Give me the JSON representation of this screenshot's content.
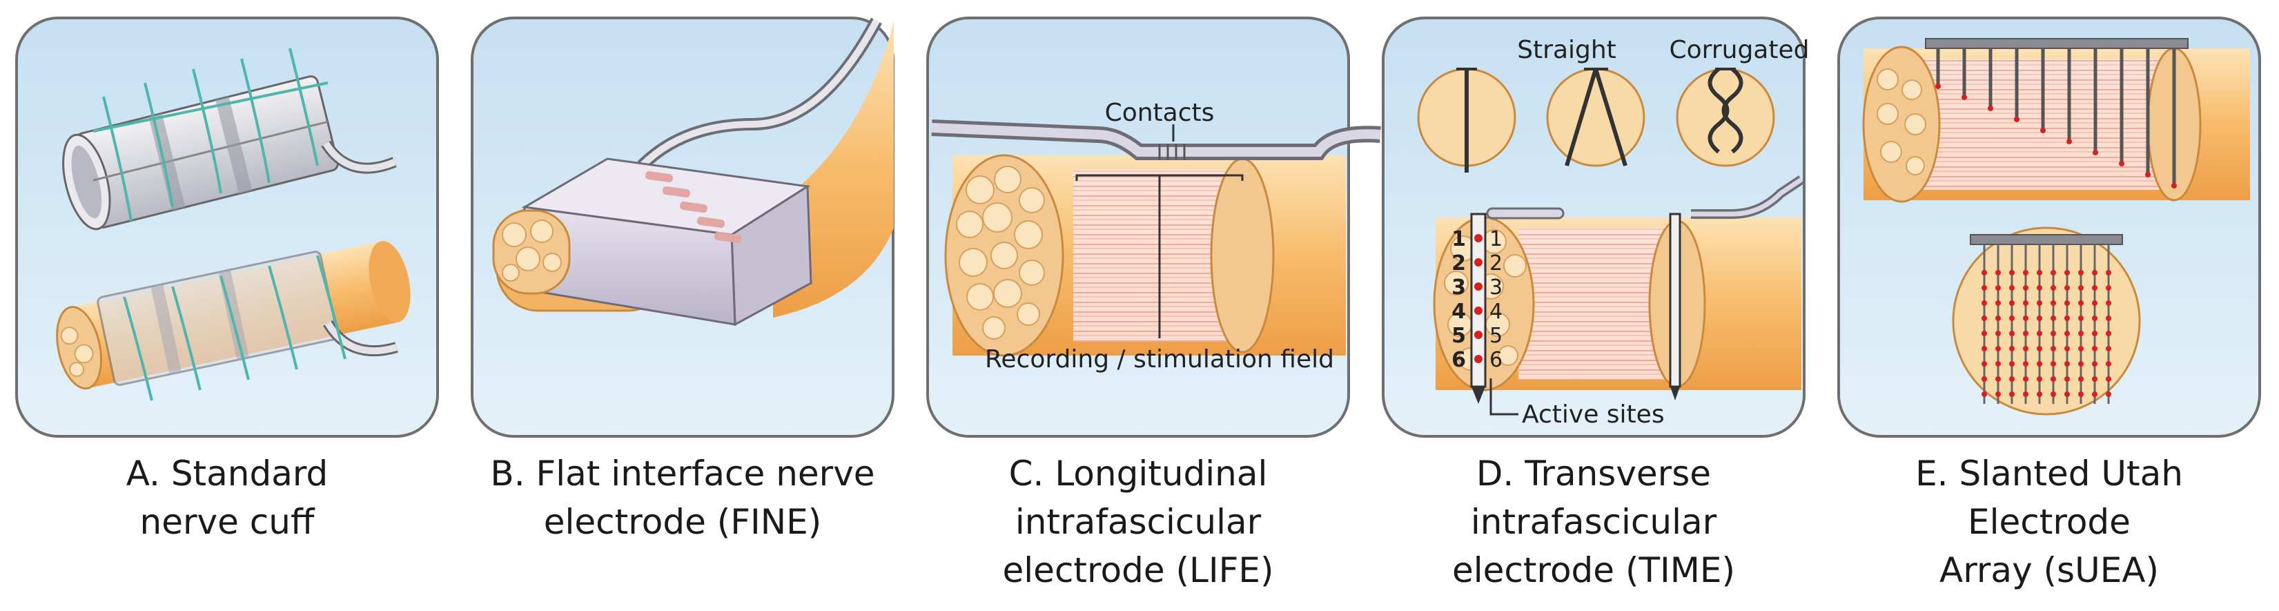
{
  "panels": [
    {
      "caption_lines": [
        "A. Standard",
        "nerve cuff"
      ]
    },
    {
      "caption_lines": [
        "B. Flat interface nerve",
        "electrode (FINE)"
      ]
    },
    {
      "caption_lines": [
        "C. Longitudinal",
        "intrafascicular",
        "electrode (LIFE)"
      ],
      "labels": {
        "contacts": "Contacts",
        "field": "Recording / stimulation field"
      }
    },
    {
      "caption_lines": [
        "D. Transverse",
        "intrafascicular",
        "electrode (TIME)"
      ],
      "labels": {
        "straight": "Straight",
        "corrugated": "Corrugated",
        "active_sites": "Active sites"
      },
      "site_numbers": [
        "1",
        "2",
        "3",
        "4",
        "5",
        "6"
      ]
    },
    {
      "caption_lines": [
        "E. Slanted Utah",
        "Electrode",
        "Array (sUEA)"
      ]
    }
  ],
  "colors": {
    "panel_bg": "#d4e8f4",
    "panel_border": "#707070",
    "nerve": "#f5b86a",
    "fascicle": "#f8d9a8",
    "fiber_pink": "#f4c6c0",
    "suture": "#4fb6ad",
    "active_site": "#d92020"
  }
}
